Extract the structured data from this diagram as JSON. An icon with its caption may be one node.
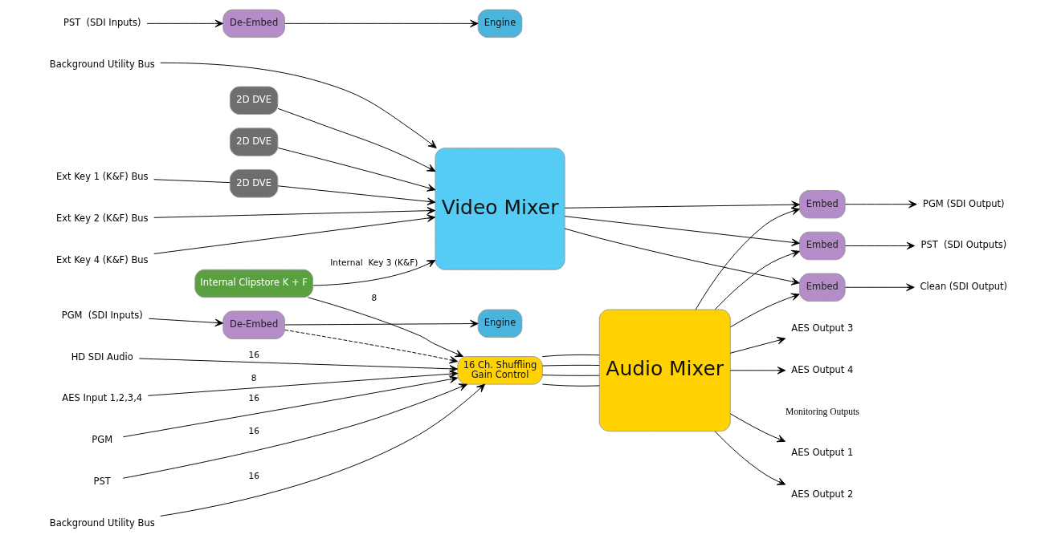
{
  "diagram": {
    "nodes": [
      {
        "text": [
          "Background Utility Bus"
        ]
      },
      {
        "text": [
          "PGM  (SDI Inputs)"
        ]
      },
      {
        "text": [
          "De-Embed"
        ]
      },
      {
        "text": [
          "PST  (SDI Inputs)"
        ]
      },
      {
        "text": [
          "De-Embed"
        ]
      },
      {
        "text": [
          "Engine"
        ]
      },
      {
        "text": [
          "2D DVE"
        ]
      },
      {
        "text": [
          "Engine"
        ]
      },
      {
        "text": [
          "2D DVE"
        ]
      },
      {
        "text": [
          "Ext Key 1 (K&F) Bus"
        ]
      },
      {
        "text": [
          "2D DVE"
        ]
      },
      {
        "text": [
          "Ext Key 2 (K&F) Bus"
        ]
      },
      {
        "text": [
          "Ext Key 4 (K&F) Bus"
        ]
      },
      {
        "text": [
          "Internal Clipstore K + F"
        ]
      },
      {
        "text": [
          "Video Mixer"
        ]
      },
      {
        "text": [
          "16 Ch. Shuffling",
          "Gain Control"
        ]
      },
      {
        "text": [
          "Audio Mixer"
        ]
      },
      {
        "text": [
          "AES Input 1,2,3,4"
        ]
      },
      {
        "text": [
          "PGM"
        ]
      },
      {
        "text": [
          "PST"
        ]
      },
      {
        "text": [
          "Background Utility Bus"
        ]
      },
      {
        "text": [
          "HD SDI Audio"
        ]
      },
      {
        "text": [
          "Embed"
        ]
      },
      {
        "text": [
          "Embed"
        ]
      },
      {
        "text": [
          "Embed"
        ]
      },
      {
        "text": [
          "PGM (SDI Output)"
        ]
      },
      {
        "text": [
          "Clean (SDI Output)"
        ]
      },
      {
        "text": [
          "PST  (SDI Outputs)"
        ]
      },
      {
        "text": [
          "AES Output 1"
        ]
      },
      {
        "text": [
          "AES Output 2"
        ]
      },
      {
        "text": [
          "AES Output 3"
        ]
      },
      {
        "text": [
          "AES Output 4"
        ]
      }
    ],
    "edges": [
      {
        "from": 0,
        "to": 14,
        "arrow": "to"
      },
      {
        "from": 1,
        "to": 2,
        "arrow": "to"
      },
      {
        "from": 3,
        "to": 4,
        "arrow": "to"
      },
      {
        "from": 2,
        "to": 5,
        "arrow": "to"
      },
      {
        "from": 4,
        "to": 7,
        "arrow": "to"
      },
      {
        "from": 6,
        "to": 14,
        "arrow": "to"
      },
      {
        "from": 8,
        "to": 14,
        "arrow": "to"
      },
      {
        "from": 9,
        "to": 10,
        "arrow": "none"
      },
      {
        "from": 10,
        "to": 14,
        "arrow": "to"
      },
      {
        "from": 11,
        "to": 14,
        "arrow": "to"
      },
      {
        "from": 12,
        "to": 14,
        "arrow": "to"
      },
      {
        "from": 2,
        "to": 15,
        "arrow": "to",
        "style": "dashed"
      },
      {
        "from": 13,
        "to": 14,
        "arrow": "to",
        "label": "Internal  Key 3 (K&F)"
      },
      {
        "from": 13,
        "to": 15,
        "arrow": "to",
        "label": "8"
      },
      {
        "from": 17,
        "to": 15,
        "arrow": "to",
        "label": "8"
      },
      {
        "from": 18,
        "to": 15,
        "arrow": "to",
        "label": "16"
      },
      {
        "from": 19,
        "to": 15,
        "arrow": "to",
        "label": "16"
      },
      {
        "from": 20,
        "to": 15,
        "arrow": "to",
        "label": "16"
      },
      {
        "from": 21,
        "to": 15,
        "arrow": "to",
        "label": "16"
      },
      {
        "from": 15,
        "to": 16,
        "arrow": "none"
      },
      {
        "from": 15,
        "to": 16,
        "arrow": "none"
      },
      {
        "from": 15,
        "to": 16,
        "arrow": "none"
      },
      {
        "from": 15,
        "to": 16,
        "arrow": "none"
      },
      {
        "from": 14,
        "to": 22,
        "arrow": "to"
      },
      {
        "from": 14,
        "to": 23,
        "arrow": "to"
      },
      {
        "from": 14,
        "to": 24,
        "arrow": "to"
      },
      {
        "from": 16,
        "to": 22,
        "arrow": "to"
      },
      {
        "from": 16,
        "to": 23,
        "arrow": "to"
      },
      {
        "from": 16,
        "to": 24,
        "arrow": "to"
      },
      {
        "from": 22,
        "to": 25,
        "arrow": "to"
      },
      {
        "from": 23,
        "to": 26,
        "arrow": "to"
      },
      {
        "from": 24,
        "to": 27,
        "arrow": "to"
      },
      {
        "from": 16,
        "to": 28,
        "arrow": "to"
      },
      {
        "from": 16,
        "to": 29,
        "arrow": "to"
      },
      {
        "from": 16,
        "to": 30,
        "arrow": "to"
      },
      {
        "from": 16,
        "to": 31,
        "arrow": "to"
      }
    ],
    "labels": [
      "Monitoring Outputs"
    ]
  }
}
